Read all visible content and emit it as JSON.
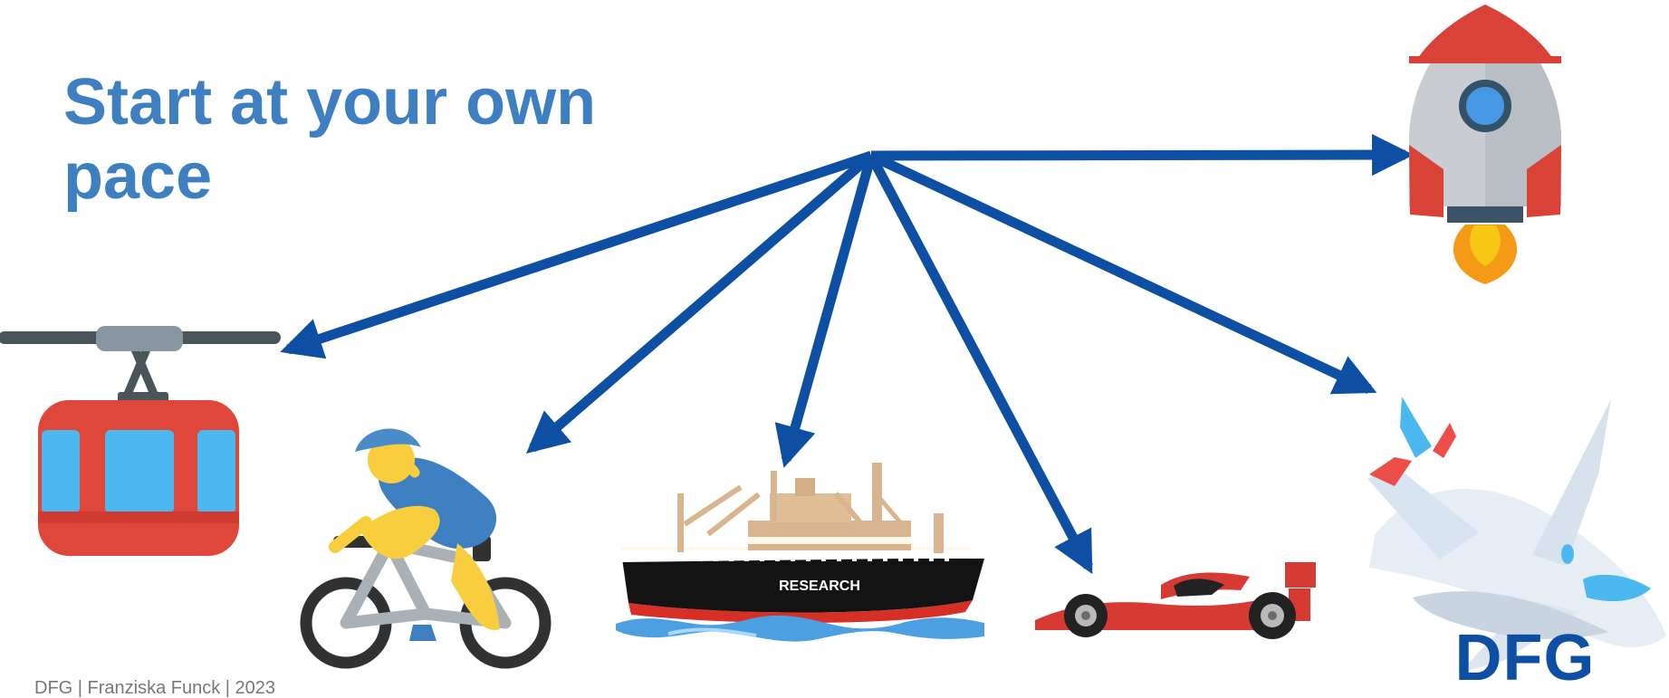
{
  "slide": {
    "title": "Start at your own pace",
    "footer": "DFG | Franziska Funck | 2023",
    "ship_label": "RESEARCH",
    "logo_text": "DFG"
  },
  "graphics": {
    "arrows": [
      "arrow-to-cable-car",
      "arrow-to-cyclist",
      "arrow-to-research-ship",
      "arrow-to-race-car",
      "arrow-to-airplane",
      "arrow-to-rocket"
    ],
    "icons": [
      "cable-car-icon",
      "cyclist-icon",
      "research-ship-icon",
      "race-car-icon",
      "airplane-icon",
      "rocket-icon"
    ]
  },
  "colors": {
    "title": "#3d7fc1",
    "arrow": "#0d4fa2",
    "logo": "#0d4fa2",
    "red": "#e0473b",
    "light_blue": "#4cb8f0"
  }
}
